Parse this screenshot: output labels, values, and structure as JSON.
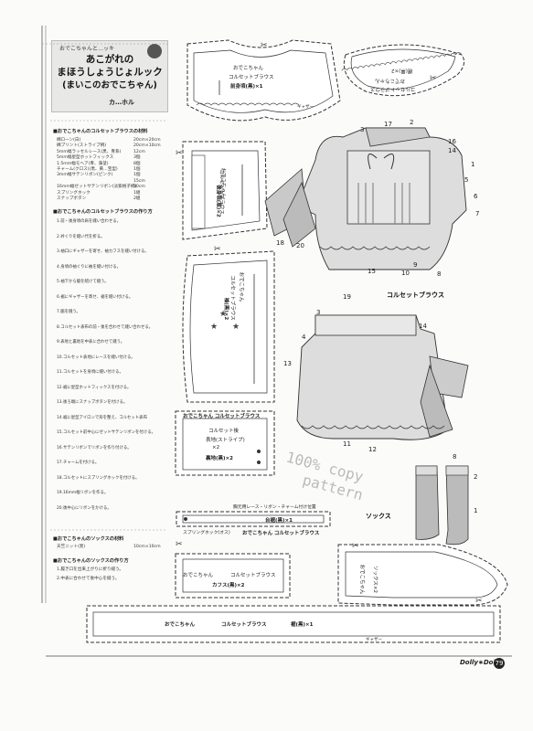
{
  "header": {
    "kicker": "おでこちゃんと…ッキ",
    "title_lines": [
      "あこがれの",
      "まほうしょうじょルック",
      "(まいこのおでこちゃん)"
    ],
    "author": "カ…ホル"
  },
  "materials_title": "■おでこちゃんのコルセットブラウスの材料",
  "materials": [
    {
      "name": "綿ローン(白)",
      "qty": "20cm×20cm"
    },
    {
      "name": "綿プリント(ストライプ柄)",
      "qty": "20cm×10cm"
    },
    {
      "name": "5mm幅ラッセルレース(黒、青系)",
      "qty": "12cm"
    },
    {
      "name": "5mm幅星型ホットフィックス",
      "qty": "3個"
    },
    {
      "name": "1.5mm幅モヘア(青、藻茎)",
      "qty": "8個"
    },
    {
      "name": "チャーム(クロス)(黒、黄…宝型)",
      "qty": "1個"
    },
    {
      "name": "3mm幅サテンリボン(ピンク)",
      "qty": "1個"
    },
    {
      "name": "",
      "qty": "15cm"
    },
    {
      "name": "16mm幅ゼットサテンリボン(淡紫格子柄)",
      "qty": "30cm"
    },
    {
      "name": "スプリングホック",
      "qty": "1組"
    },
    {
      "name": "スナップボタン",
      "qty": "2組"
    }
  ],
  "howto_title": "■おでこちゃんのコルセットブラウスの作り方",
  "steps": [
    "1.前・後身頃の肩を縫い合わせる。",
    "2.衿ぐりを縫い代を折る。",
    "3.袖口にギャザーを寄せ、袖カフスを縫い付ける。",
    "4.身頃の袖ぐりに袖を縫い付ける。",
    "5.袖下から脇を続けて縫う。",
    "6.裾にギャザーを寄せ、裾を縫い付ける。",
    "7.脇を縫う。",
    "8.コルセット表布の前・後を合わせて縫い合わせる。",
    "9.表地と裏地を中表に合わせて縫う。",
    "10.コルセット表地にレースを縫い付ける。",
    "11.コルセットを身頃に縫い付ける。",
    "12.裾に星型ホットフィックスを付ける。",
    "13.後ろ端にスナップボタンを付ける。",
    "14.裾に星型アイロンで形を整え、コルセット表布",
    "15.コルセット前中心にゼットサテンリボンを付ける。",
    "16.サテンリボンでリボンを作り付ける。",
    "17.チャームを付ける。",
    "18.コルセットにスプリングホックを付ける。",
    "19.16mm幅リボンを作る。",
    "20.後中心にリボンをかける。"
  ],
  "socks_mat_title": "■おでこちゃんのソックスの材料",
  "socks_mat": [
    {
      "name": "天竺ニット(黒)",
      "qty": "10cm×10cm"
    }
  ],
  "socks_how_title": "■おでこちゃんのソックスの作り方",
  "socks_steps": [
    "1.履き口を出来上がりに折り縫う。",
    "2.中表に合わせて後中心を縫う。"
  ],
  "pieces": {
    "front_l1": "おでこちゃん",
    "front_l2": "コルセットブラウス",
    "front_l3": "前身頃(黒)×1",
    "gather": "ギャザー",
    "skirt_l1": "裾(黒)×2",
    "skirt_l2": "おでこちゃん",
    "skirt_l3": "コルセットブラウス",
    "back_l1": "おでこちゃん",
    "back_l2": "コルセットブラウス",
    "back_l3": "後身頃(黒)×2",
    "sleeve_l1": "おでこちゃん",
    "sleeve_l2": "コルセットブラウス",
    "sleeve_l3": "袖(黒)×2",
    "corset_l1": "おでこちゃん コルセットブラウス",
    "corset_l2": "コルセット後",
    "corset_l3": "表地(ストライプ)",
    "corset_l4": "×2",
    "corset_l5": "裏地(黒)×2",
    "band_top": "胸元用レース・リボン・チャーム付け位置",
    "band_label": "台裾(黒)×1",
    "band_hook": "スプリングホック(オス)",
    "band_l1": "おでこちゃん コルセットブラウス",
    "cuff_l1": "おでこちゃん",
    "cuff_l2": "コルセットブラウス",
    "cuff_l3": "カフス(黒)×2",
    "sock_l1": "おでこちゃん",
    "sock_l2": "ソックス×2",
    "long_l1": "おでこちゃん",
    "long_l2": "コルセットブラウス",
    "long_l3": "裾(黒)×1",
    "long_gather": "ギャザー"
  },
  "labels": {
    "corset_blouse": "コルセットブラウス",
    "socks": "ソックス",
    "watermark_1": "100% copy",
    "watermark_2": "pattern"
  },
  "footer": {
    "logo": "Dolly∗Dolly",
    "page": "79"
  }
}
